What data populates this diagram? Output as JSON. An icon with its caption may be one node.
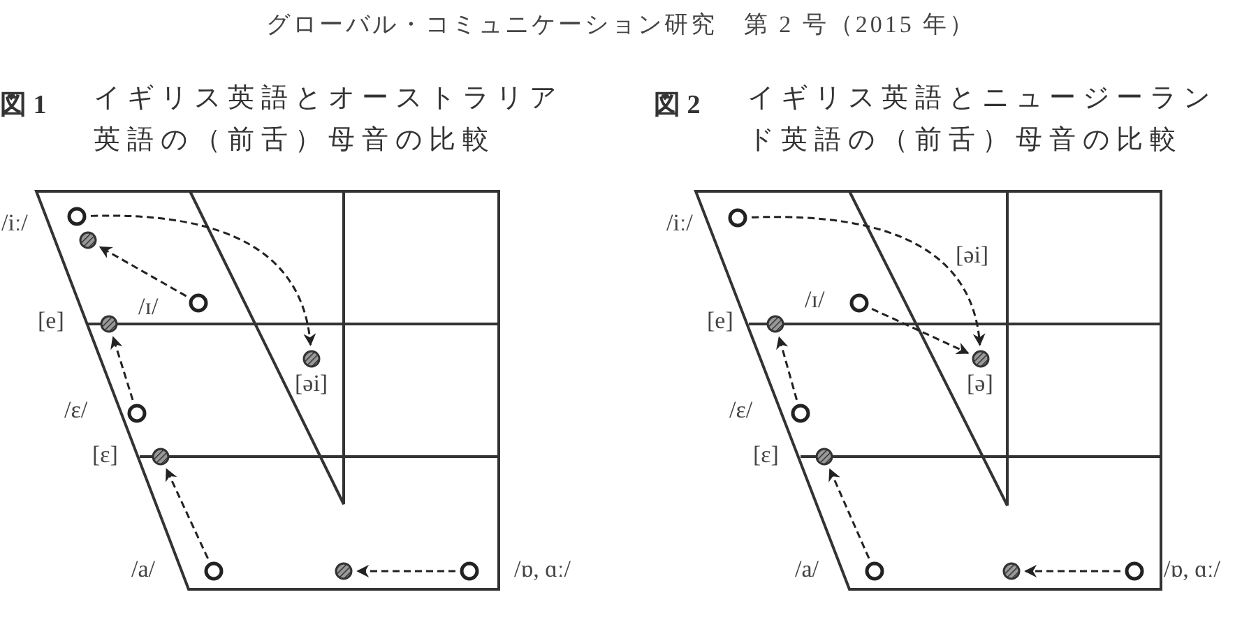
{
  "diagram": {
    "title": "グローバル・コミュニケーション研究　第 2 号（2015 年）",
    "nodes": [
      {
        "text": [
          "図 1",
          "イギリス英語とオーストラリア英語の（前舌）母音の比較"
        ]
      },
      {
        "text": [],
        "shape": "circle",
        "in": 0,
        "beside": [
          "/iː/"
        ]
      },
      {
        "text": [],
        "shape": "circle",
        "in": 0
      },
      {
        "text": [],
        "shape": "circle",
        "in": 0,
        "beside": [
          "/ɪ/"
        ]
      },
      {
        "text": [],
        "shape": "circle",
        "in": 0,
        "beside": [
          "[e]"
        ]
      },
      {
        "text": [],
        "shape": "circle",
        "in": 0,
        "beside": [
          "[əi]"
        ]
      },
      {
        "text": [],
        "shape": "circle",
        "in": 0,
        "beside": [
          "/ɛ/"
        ]
      },
      {
        "text": [],
        "shape": "circle",
        "in": 0,
        "beside": [
          "[ɛ]"
        ]
      },
      {
        "text": [],
        "shape": "circle",
        "in": 0,
        "beside": [
          "/a/"
        ]
      },
      {
        "text": [],
        "shape": "circle",
        "in": 0
      },
      {
        "text": [],
        "shape": "circle",
        "in": 0,
        "beside": [
          "/ɒ, ɑː/"
        ]
      },
      {
        "text": [
          "図 2",
          "イギリス英語とニュージーランド英語の（前舌）母音の比較"
        ]
      },
      {
        "text": [],
        "shape": "circle",
        "in": 11,
        "beside": [
          "/iː/"
        ]
      },
      {
        "text": [],
        "shape": "circle",
        "in": 11,
        "beside": [
          "/ɪ/"
        ]
      },
      {
        "text": [],
        "shape": "circle",
        "in": 11,
        "beside": [
          "[e]"
        ]
      },
      {
        "text": [],
        "shape": "circle",
        "in": 11,
        "beside": [
          "[ə]"
        ]
      },
      {
        "text": [],
        "shape": "circle",
        "in": 11,
        "beside": [
          "/ɛ/"
        ]
      },
      {
        "text": [],
        "shape": "circle",
        "in": 11,
        "beside": [
          "[ɛ]"
        ]
      },
      {
        "text": [],
        "shape": "circle",
        "in": 11,
        "beside": [
          "/a/"
        ]
      },
      {
        "text": [],
        "shape": "circle",
        "in": 11
      },
      {
        "text": [],
        "shape": "circle",
        "in": 11,
        "beside": [
          "/ɒ, ɑː/"
        ]
      }
    ],
    "edges": [
      {
        "from": 3,
        "to": 2,
        "arrow": "to",
        "style": "dashed"
      },
      {
        "from": 1,
        "to": 5,
        "arrow": "to",
        "style": "dashed"
      },
      {
        "from": 6,
        "to": 4,
        "arrow": "to",
        "style": "dashed"
      },
      {
        "from": 8,
        "to": 7,
        "arrow": "to",
        "style": "dashed"
      },
      {
        "from": 10,
        "to": 9,
        "arrow": "to",
        "style": "dashed"
      },
      {
        "from": 12,
        "to": 15,
        "arrow": "to",
        "style": "dashed",
        "label": "[əi]"
      },
      {
        "from": 13,
        "to": 15,
        "arrow": "to",
        "style": "dashed"
      },
      {
        "from": 16,
        "to": 14,
        "arrow": "to",
        "style": "dashed"
      },
      {
        "from": 18,
        "to": 17,
        "arrow": "to",
        "style": "dashed"
      },
      {
        "from": 20,
        "to": 19,
        "arrow": "to",
        "style": "dashed"
      }
    ]
  }
}
